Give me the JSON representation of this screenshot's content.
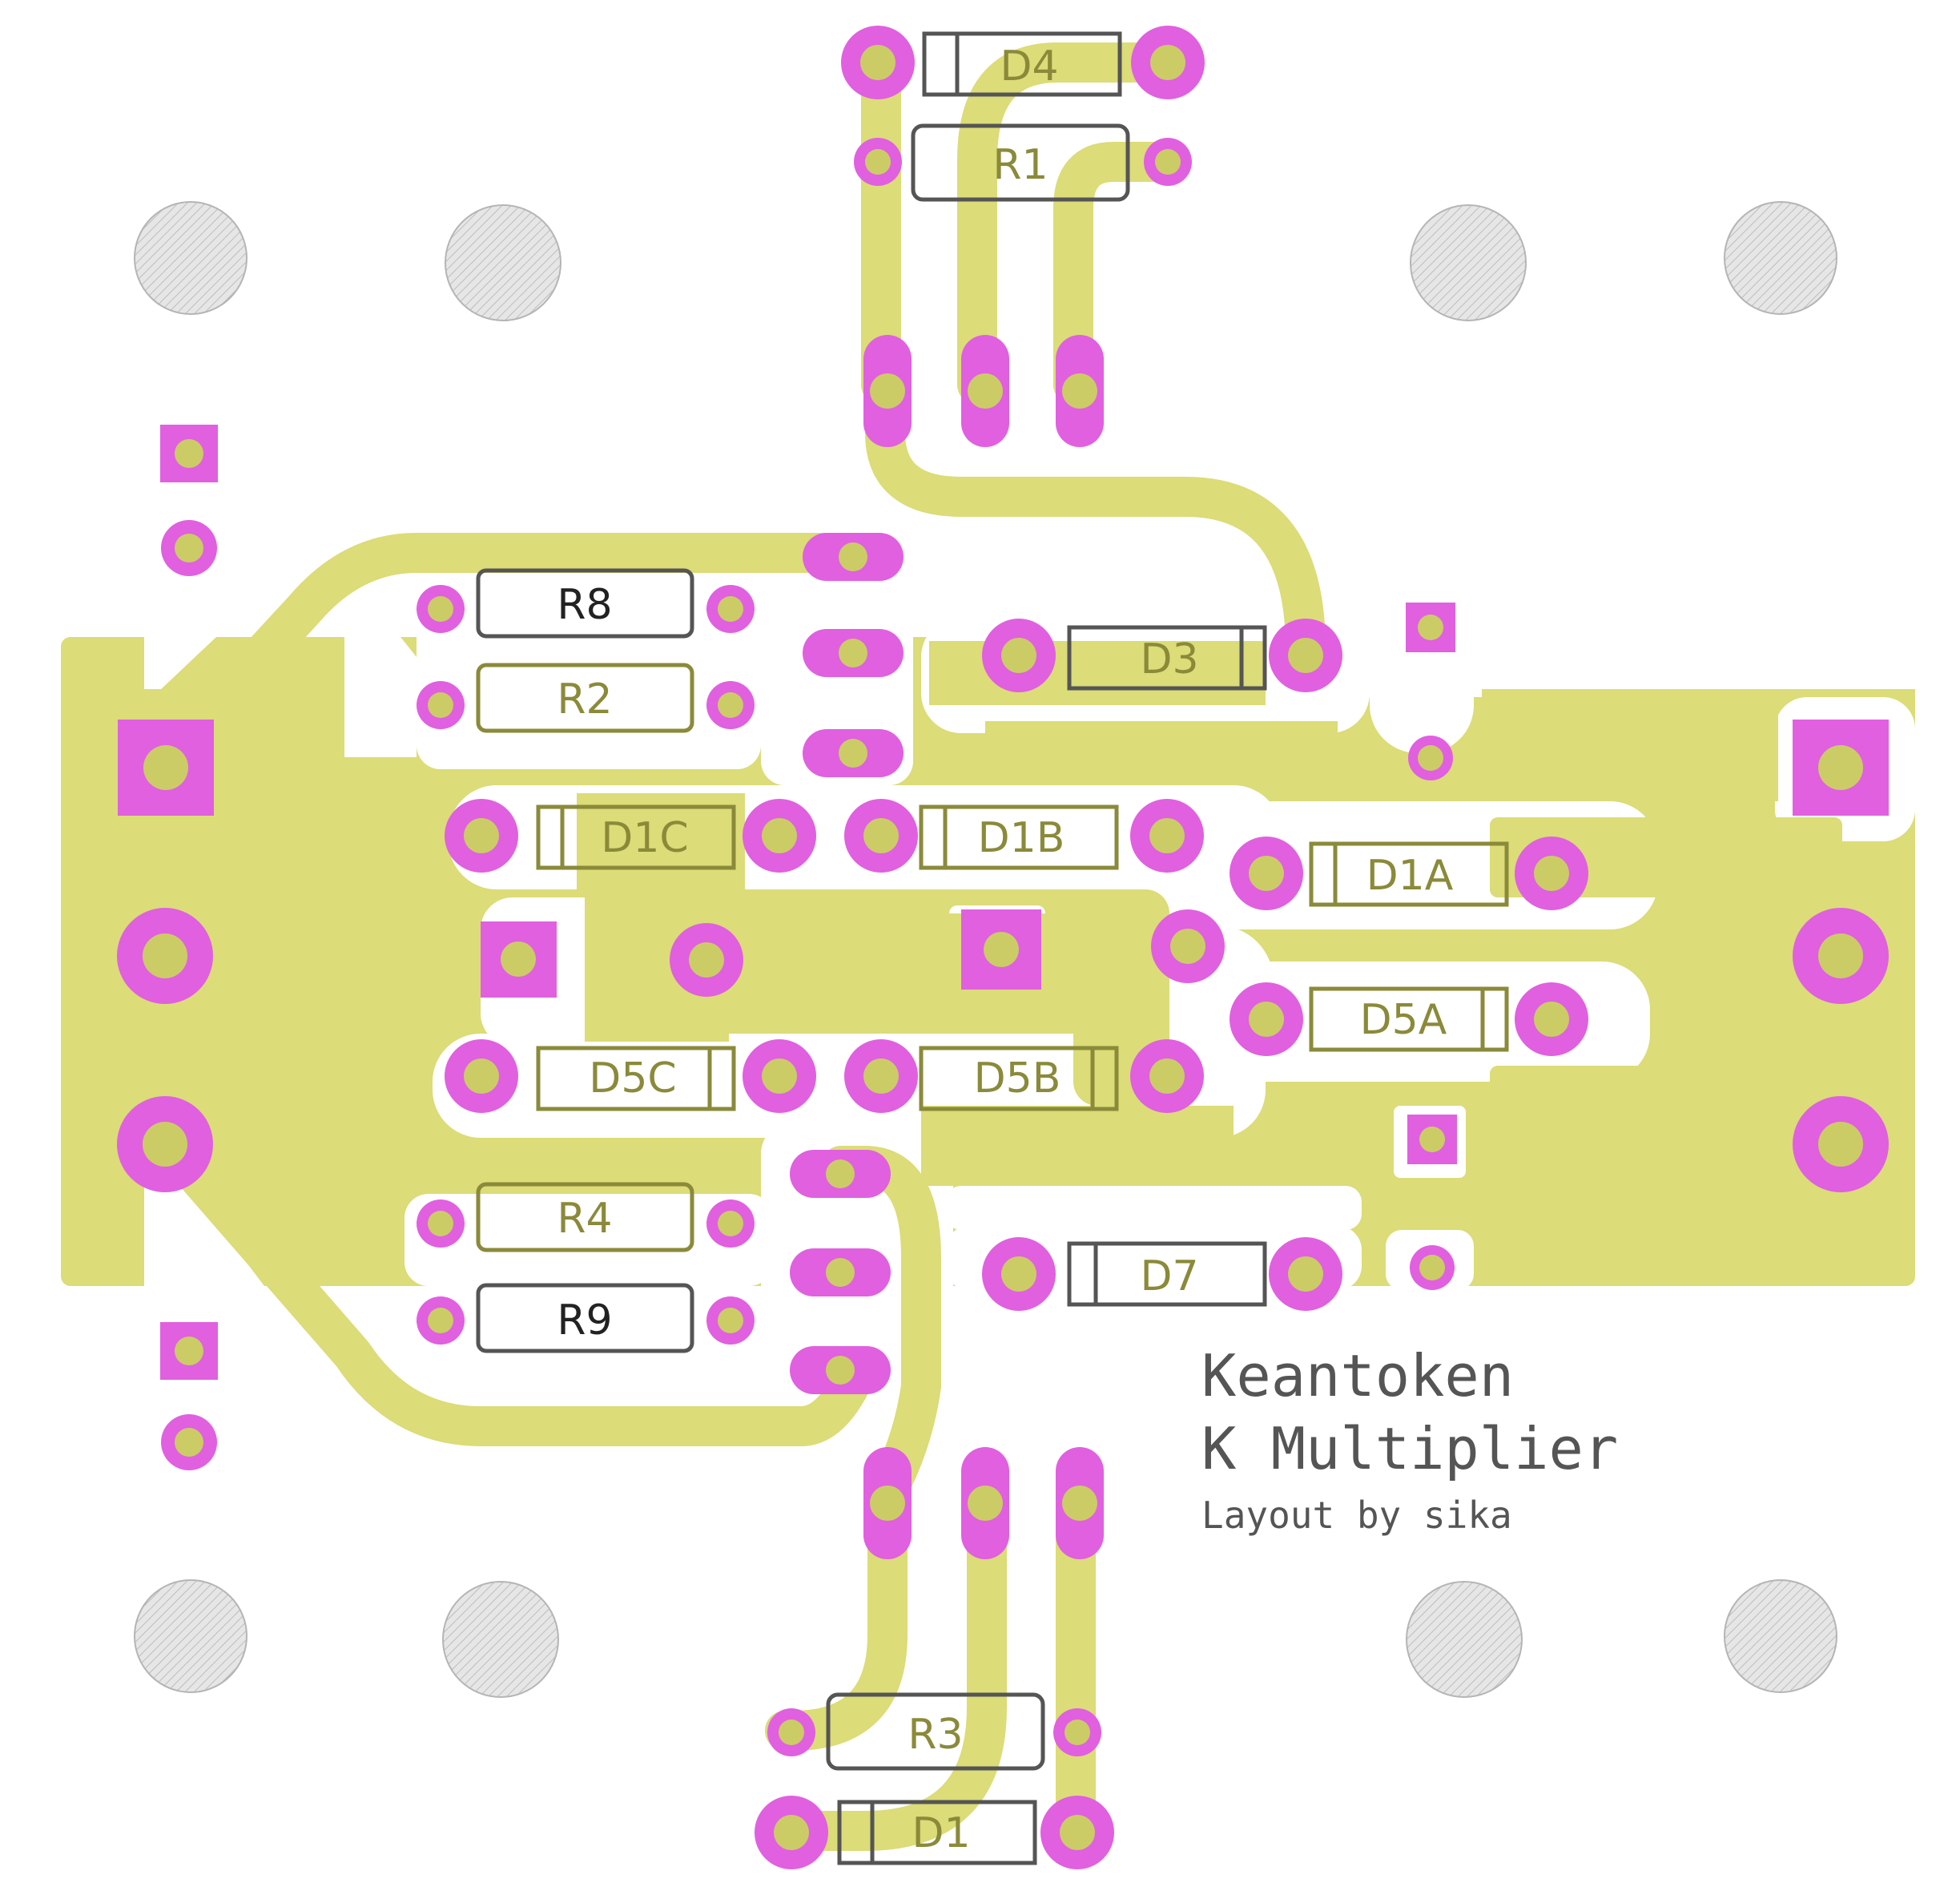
{
  "title": {
    "line1": "Keantoken",
    "line2": "K Multiplier",
    "line3": "Layout by sika"
  },
  "colors": {
    "copper": "#dcdc78",
    "pad": "#e060e0",
    "hole": "#cccc66",
    "outline": "#555555",
    "mount": "#cccccc",
    "background": "#ffffff"
  },
  "labels": {
    "R1": "R1",
    "R2": "R2",
    "R3": "R3",
    "R4": "R4",
    "R8": "R8",
    "R9": "R9",
    "D1": "D1",
    "D3": "D3",
    "D4": "D4",
    "D7": "D7",
    "D1A": "D1A",
    "D1B": "D1B",
    "D1C": "D1C",
    "D5A": "D5A",
    "D5B": "D5B",
    "D5C": "D5C"
  }
}
